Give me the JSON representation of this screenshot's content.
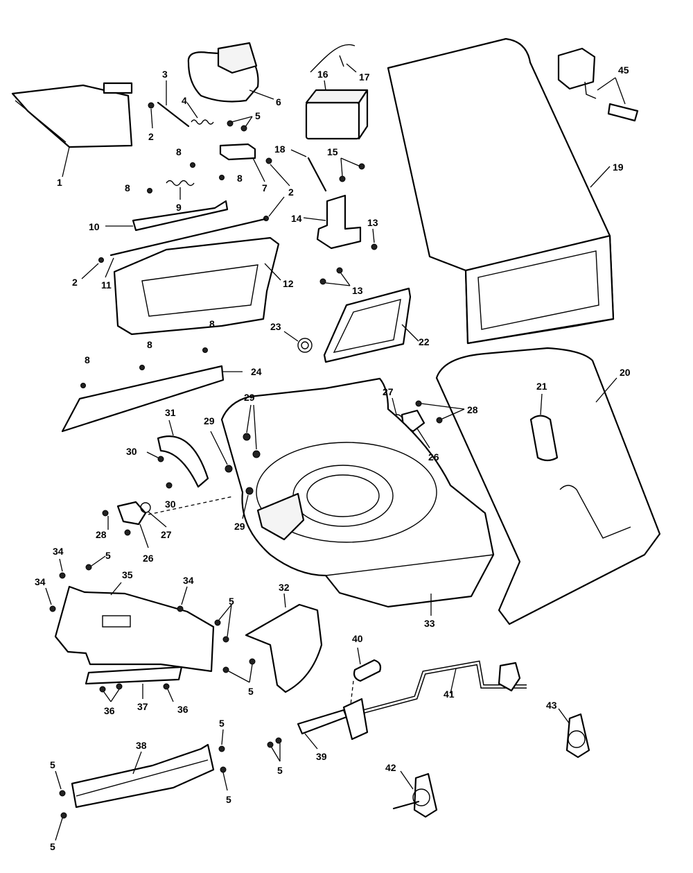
{
  "diagram": {
    "callouts": {
      "c1": "1",
      "c2a": "2",
      "c2b": "2",
      "c2c": "2",
      "c3": "3",
      "c4": "4",
      "c5a": "5",
      "c5b": "5",
      "c5c": "5",
      "c5d": "5",
      "c5e": "5",
      "c5f": "5",
      "c5g": "5",
      "c5h": "5",
      "c5i": "5",
      "c6": "6",
      "c7": "7",
      "c8a": "8",
      "c8b": "8",
      "c8c": "8",
      "c8d": "8",
      "c8e": "8",
      "c8f": "8",
      "c9": "9",
      "c10": "10",
      "c11": "11",
      "c12": "12",
      "c13a": "13",
      "c13b": "13",
      "c14": "14",
      "c15": "15",
      "c16": "16",
      "c17": "17",
      "c18": "18",
      "c19": "19",
      "c20": "20",
      "c21": "21",
      "c22": "22",
      "c23": "23",
      "c24": "24",
      "c26a": "26",
      "c26b": "26",
      "c27a": "27",
      "c27b": "27",
      "c28a": "28",
      "c28b": "28",
      "c29a": "29",
      "c29b": "29",
      "c29c": "29",
      "c30a": "30",
      "c30b": "30",
      "c31": "31",
      "c32": "32",
      "c33": "33",
      "c34a": "34",
      "c34b": "34",
      "c34c": "34",
      "c35": "35",
      "c36a": "36",
      "c36b": "36",
      "c37": "37",
      "c38": "38",
      "c39": "39",
      "c40": "40",
      "c41": "41",
      "c42": "42",
      "c43": "43",
      "c45": "45"
    }
  }
}
